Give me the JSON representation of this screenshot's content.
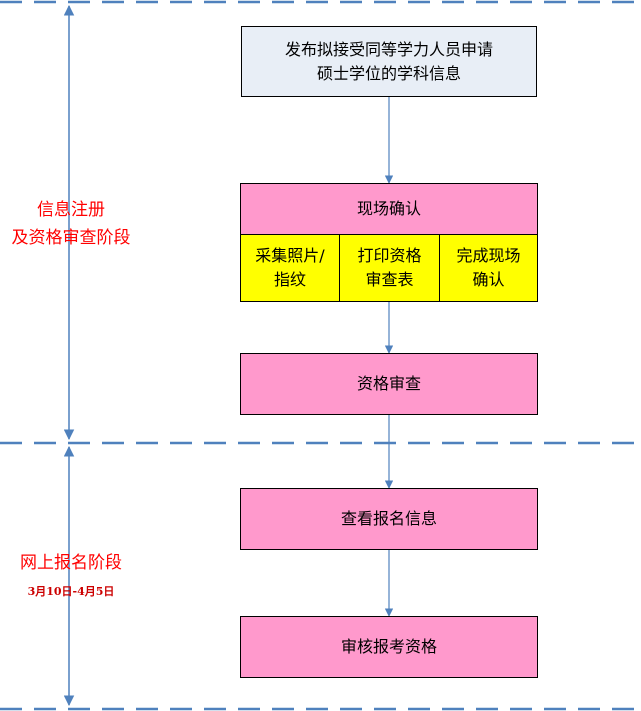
{
  "colors": {
    "publish_fill": "#e8eef6",
    "pink_fill": "#ff99cc",
    "yellow_fill": "#ffff00",
    "stage_text": "#ff0000",
    "line": "#4f81bd",
    "arrow": "#4f81bd"
  },
  "stages": {
    "register": {
      "title": "信息注册\n及资格审查阶段"
    },
    "online": {
      "title": "网上报名阶段",
      "dates": "3月10日-4月5日"
    }
  },
  "steps": {
    "publish": "发布拟接受同等学力人员申请\n硕士学位的学科信息",
    "onsite": "现场确认",
    "onsite_sub": [
      "采集照片/\n指纹",
      "打印资格\n审查表",
      "完成现场\n确认"
    ],
    "review": "资格审查",
    "view_info": "查看报名信息",
    "audit": "审核报考资格"
  }
}
